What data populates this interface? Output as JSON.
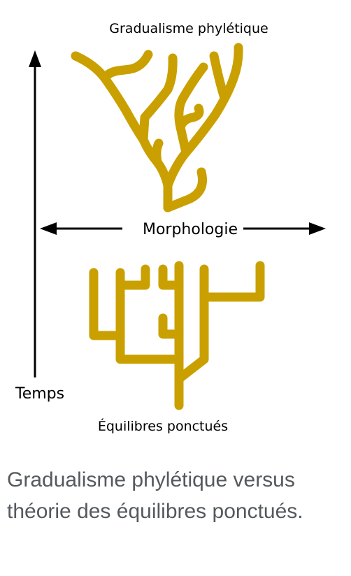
{
  "diagram": {
    "title_top": "Gradualisme phylétique",
    "title_bottom": "Équilibres ponctués",
    "x_axis_label": "Morphologie",
    "y_axis_label": "Temps",
    "branch_color": "#c9a000",
    "axis_color": "#000000"
  },
  "caption": {
    "text": "Gradualisme phylétique versus théorie des équilibres ponctués."
  }
}
